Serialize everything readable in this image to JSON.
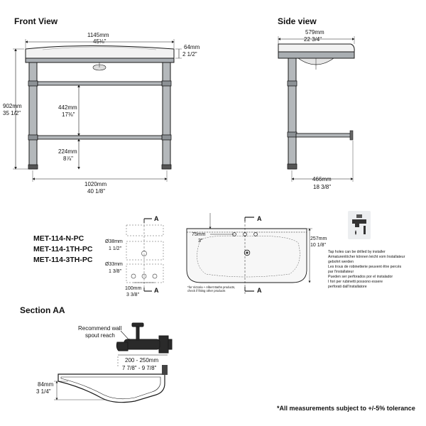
{
  "headings": {
    "front_view": "Front View",
    "side_view": "Side view",
    "section_aa": "Section AA"
  },
  "front_dims": {
    "width_mm": "1145mm",
    "width_in": "45⅛\"",
    "top_mm": "64mm",
    "top_in": "2 1/2\"",
    "height_mm": "902mm",
    "height_in": "35 1/2\"",
    "shelf_gap_mm": "442mm",
    "shelf_gap_in": "17⅜\"",
    "shelf_height_mm": "224mm",
    "shelf_height_in": "8⅞\"",
    "legs_mm": "1020mm",
    "legs_in": "40 1/8\""
  },
  "side_dims": {
    "depth_mm": "579mm",
    "depth_in": "22 3/4\"",
    "shelf_mm": "466mm",
    "shelf_in": "18 3/8\""
  },
  "models": [
    "MET-114-N-PC",
    "MET-114-1TH-PC",
    "MET-114-3TH-PC"
  ],
  "tap_dims": {
    "hole_large_mm": "Ø38mm",
    "hole_large_in": "1 1/2\"",
    "hole_small_mm": "Ø33mm",
    "hole_small_in": "1 3/8\"",
    "spacing_mm": "100mm",
    "spacing_in": "3 3/8\""
  },
  "plan_dims": {
    "offset_mm": "75mm",
    "offset_in": "3\"",
    "depth_mm": "257mm",
    "depth_in": "10 1/8\""
  },
  "section_label": "A",
  "plan_note": [
    "*for Victoria + Albert Baths products,",
    "check if fitting other products"
  ],
  "tap_note": [
    "Tap holes can be drilled by installer",
    "Armaturenlöcher können leicht vom Installateur",
    "gebohrt werden",
    "Les trous de robinetterie peuvent être percés",
    "par l'installateur",
    "Pueden ser perforados por el instalador",
    "I fori per rubinetti possono essere",
    "perforati dall'installatore"
  ],
  "section_dims": {
    "spout_label_1": "Recommend wall",
    "spout_label_2": "spout reach",
    "reach_mm": "200 - 250mm",
    "reach_in": "7 7/8\" - 9 7/8\"",
    "depth_mm": "84mm",
    "depth_in": "3 1/4\""
  },
  "footnote": "*All measurements subject to +/-5% tolerance",
  "colors": {
    "line": "#1a1a1a",
    "frame": "#a9aeb2",
    "basin": "#f4f4f4"
  }
}
